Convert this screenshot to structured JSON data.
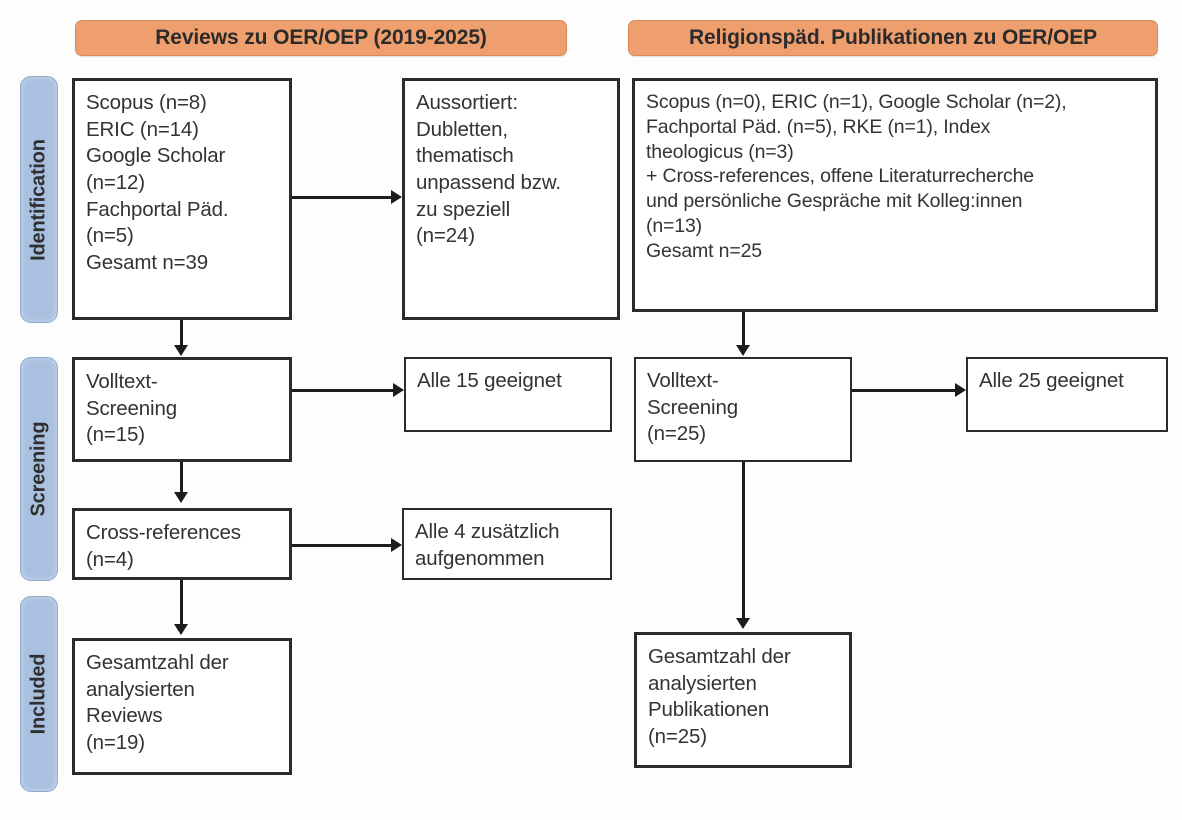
{
  "diagram": {
    "type": "prisma-flow-diagram",
    "columns": [
      {
        "id": "reviews",
        "header": "Reviews zu OER/OEP (2019-2025)"
      },
      {
        "id": "religionspaed",
        "header": "Religionspäd. Publikationen zu OER/OEP"
      }
    ],
    "stages": [
      {
        "id": "identification",
        "label": "Identification"
      },
      {
        "id": "screening",
        "label": "Screening"
      },
      {
        "id": "included",
        "label": "Included"
      }
    ],
    "colors": {
      "header_fill": "#ef9f6e",
      "header_border": "#d98a58",
      "stage_fill": "#a9c0e0",
      "stage_border": "#8fa9cd",
      "box_border": "#2b2b2b",
      "box_fill": "#ffffff",
      "text": "#333333",
      "connector": "#1c1c1c"
    },
    "boxes": {
      "left_identification_sources": "Scopus (n=8)\nERIC (n=14)\nGoogle Scholar\n(n=12)\nFachportal Päd.\n(n=5)\nGesamt n=39",
      "left_excluded": "Aussortiert:\nDubletten,\nthematisch\nunpassend bzw.\nzu speziell\n(n=24)",
      "left_fulltext_screening": "Volltext-\nScreening\n(n=15)",
      "left_all_eligible": "Alle 15 geeignet",
      "left_cross_references": "Cross-references\n(n=4)",
      "left_all_added": "Alle 4 zusätzlich\naufgenommen",
      "left_included_total": "Gesamtzahl der\nanalysierten\nReviews\n(n=19)",
      "right_identification_sources": "Scopus (n=0), ERIC (n=1), Google Scholar (n=2),\nFachportal Päd. (n=5), RKE (n=1), Index\ntheologicus (n=3)\n+ Cross-references, offene Literaturrecherche\nund persönliche Gespräche mit Kolleg:innen\n(n=13)\nGesamt n=25",
      "right_fulltext_screening": "Volltext-\nScreening\n(n=25)",
      "right_all_eligible": "Alle 25 geeignet",
      "right_included_total": "Gesamtzahl der\nanalysierten\nPublikationen\n(n=25)"
    },
    "counts": {
      "left_scopus": 8,
      "left_eric": 14,
      "left_google_scholar": 12,
      "left_fachportal": 5,
      "left_total_identified": 39,
      "left_excluded": 24,
      "left_fulltext_screened": 15,
      "left_eligible": 15,
      "left_cross_references": 4,
      "left_added": 4,
      "left_included": 19,
      "right_scopus": 0,
      "right_eric": 1,
      "right_google_scholar": 2,
      "right_fachportal": 5,
      "right_rke": 1,
      "right_index_theologicus": 3,
      "right_other_sources": 13,
      "right_total_identified": 25,
      "right_fulltext_screened": 25,
      "right_eligible": 25,
      "right_included": 25
    }
  }
}
